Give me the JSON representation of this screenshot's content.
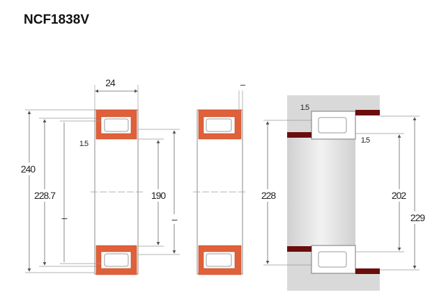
{
  "title": "NCF1838V",
  "labels": {
    "width": "24",
    "outer_d": "240",
    "outer_raceway": "228.7",
    "chamfer_left": "1.5",
    "bore": "190",
    "dash_left": "–",
    "dash_mid_right": "–",
    "dash_mid_top": "–",
    "housing_228": "228",
    "chamfer_top": "1.5",
    "chamfer_right": "1.5",
    "shaft_202": "202",
    "housing_229": "229"
  },
  "colors": {
    "ring": "#e0603a",
    "abutment": "#6a0d0d",
    "housing": "#d9d9d9"
  }
}
